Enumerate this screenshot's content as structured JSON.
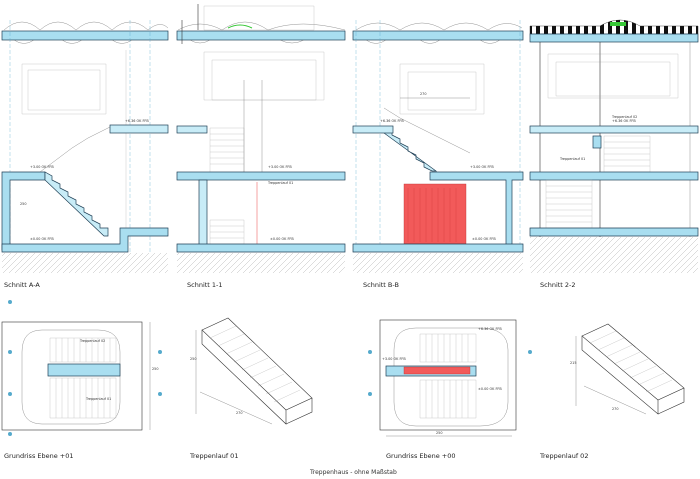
{
  "sheet": {
    "footer": "Treppenhaus  -  ohne Maßstab"
  },
  "sections": [
    {
      "label": "Schnitt A-A"
    },
    {
      "label": "Schnitt 1-1"
    },
    {
      "label": "Schnitt B-B"
    },
    {
      "label": "Schnitt 2-2"
    }
  ],
  "plans": [
    {
      "label": "Grundriss Ebene +01"
    },
    {
      "label": "Treppenlauf 01"
    },
    {
      "label": "Grundriss Ebene +00"
    },
    {
      "label": "Treppenlauf 02"
    }
  ],
  "annotations": {
    "level_top": "+6.36 OK FFB",
    "level_mid": "+3.00 OK FFB",
    "level_low": "±0.00 OK FFB",
    "flight_1": "Treppenlauf 01",
    "flight_2": "Treppenlauf 02",
    "dim_250": "250",
    "dim_270": "270",
    "dim_215": "215"
  },
  "colors": {
    "slab": "#a9def0",
    "highlight": "#f25a5a",
    "axis": "#55aacc"
  }
}
